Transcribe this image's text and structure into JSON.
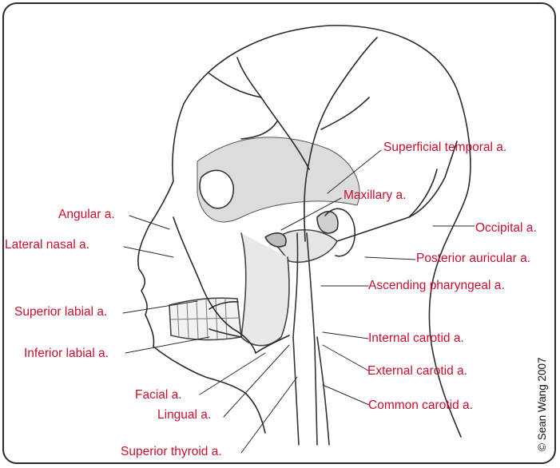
{
  "labels": {
    "superficial_temporal": "Superficial temporal a.",
    "maxillary": "Maxillary a.",
    "angular": "Angular a.",
    "occipital": "Occipital a.",
    "lateral_nasal": "Lateral nasal a.",
    "posterior_auricular": "Posterior auricular a.",
    "ascending_pharyngeal": "Ascending pharyngeal a.",
    "superior_labial": "Superior labial a.",
    "internal_carotid": "Internal carotid a.",
    "inferior_labial": "Inferior labial a.",
    "external_carotid": "External carotid a.",
    "facial": "Facial a.",
    "lingual": "Lingual a.",
    "common_carotid": "Common carotid a.",
    "superior_thyroid": "Superior thyroid a."
  },
  "credit": "© Sean Wang 2007",
  "colors": {
    "label": "#c8102e",
    "line": "#2b2b2b",
    "shade": "#d9d9d9"
  }
}
